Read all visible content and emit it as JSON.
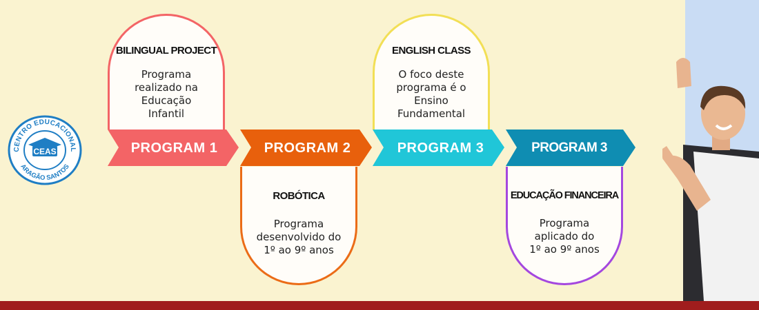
{
  "logo": {
    "arc_top": "CENTRO EDUCACIONAL",
    "acronym": "CEAS",
    "arc_bottom": "ARAGÃO SANTOS"
  },
  "cards": [
    {
      "title": "BILINGUAL PROJECT",
      "body": [
        "Programa",
        "realizado na",
        "Educação",
        "Infantil"
      ]
    },
    {
      "title": "ENGLISH CLASS",
      "body": [
        "O foco deste",
        "programa é o",
        "Ensino",
        "Fundamental"
      ]
    },
    {
      "title": "ROBÓTICA",
      "body": [
        "Programa",
        "desenvolvido do",
        "1º ao 9º anos"
      ]
    },
    {
      "title": "EDUCAÇÃO FINANCEIRA",
      "body": [
        "Programa",
        "aplicado do",
        "1º ao 9º anos"
      ]
    }
  ],
  "arrows": [
    {
      "label": "PROGRAM 1",
      "color": "#f36466"
    },
    {
      "label": "PROGRAM 2",
      "color": "#e8600c"
    },
    {
      "label": "PROGRAM 3",
      "color": "#20c6d8"
    },
    {
      "label": "PROGRAM 3",
      "color": "#0f8db2"
    }
  ],
  "colors": {
    "background": "#faf3d0",
    "side_panel": "#c9dcf4",
    "bottom_bar": "#a01d1d",
    "logo_blue": "#1f7ec4"
  }
}
